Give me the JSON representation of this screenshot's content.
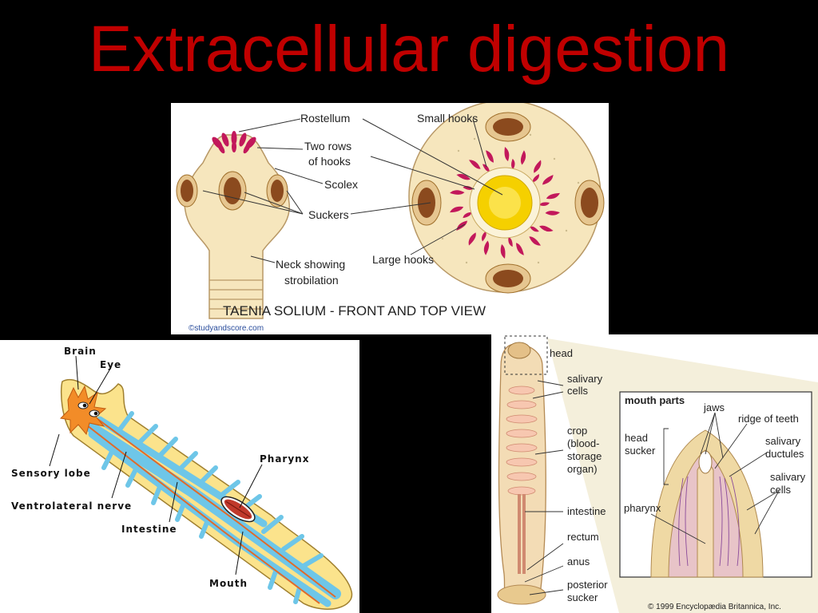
{
  "slide": {
    "title": "Extracellular digestion"
  },
  "taenia": {
    "labels": {
      "rostellum": "Rostellum",
      "two_rows_line1": "Two rows",
      "two_rows_line2": "of hooks",
      "scolex": "Scolex",
      "suckers": "Suckers",
      "neck_line1": "Neck showing",
      "neck_line2": "strobilation",
      "small_hooks": "Small hooks",
      "large_hooks": "Large hooks"
    },
    "caption": "TAENIA SOLIUM - FRONT AND TOP VIEW",
    "source": "©studyandscore.com",
    "colors": {
      "body": "#f6e6bd",
      "sucker": "#8b4a1e",
      "hook": "#c2185b",
      "center": "#f5d000"
    }
  },
  "planaria": {
    "labels": {
      "brain": "Brain",
      "eye": "Eye",
      "sensory_lobe": "Sensory lobe",
      "ventrolateral_nerve": "Ventrolateral nerve",
      "intestine": "Intestine",
      "pharynx": "Pharynx",
      "mouth": "Mouth"
    },
    "colors": {
      "body": "#fbe38c",
      "intestine": "#6ec6e8",
      "brain": "#f28c28"
    }
  },
  "leech": {
    "labels": {
      "head": "head",
      "salivary_cells_1": "salivary",
      "salivary_cells_2": "cells",
      "crop_1": "crop",
      "crop_2": "(blood-",
      "crop_3": "storage",
      "crop_4": "organ)",
      "intestine": "intestine",
      "rectum": "rectum",
      "anus": "anus",
      "posterior_1": "posterior",
      "posterior_2": "sucker"
    },
    "inset": {
      "title": "mouth parts",
      "jaws": "jaws",
      "ridge": "ridge of teeth",
      "head_sucker_1": "head",
      "head_sucker_2": "sucker",
      "salivary_ductules_1": "salivary",
      "salivary_ductules_2": "ductules",
      "salivary_cells_1": "salivary",
      "salivary_cells_2": "cells",
      "pharynx": "pharynx"
    },
    "copyright": "© 1999 Encyclopædia Britannica, Inc."
  }
}
